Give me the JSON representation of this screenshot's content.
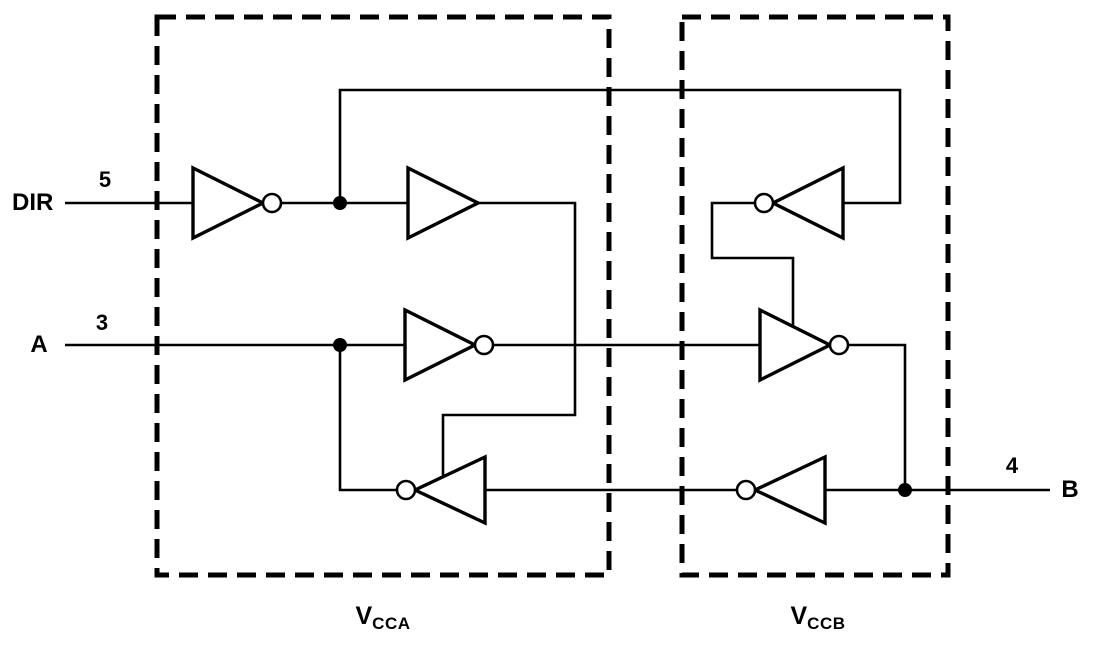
{
  "diagram": {
    "labels": {
      "dir_signal": "DIR",
      "dir_pin": "5",
      "a_signal": "A",
      "a_pin": "3",
      "b_pin": "4",
      "b_signal": "B"
    },
    "supplies": {
      "vcca": {
        "base": "V",
        "sub": "CCA"
      },
      "vccb": {
        "base": "V",
        "sub": "CCB"
      }
    },
    "colors": {
      "line": "#000000",
      "background": "#ffffff"
    },
    "gate_icons": {
      "left_domain": [
        "inverter-gate",
        "buffer-gate",
        "inverter-gate",
        "inverter-gate"
      ],
      "right_domain": [
        "inverter-gate",
        "inverter-gate",
        "inverter-gate"
      ]
    }
  }
}
